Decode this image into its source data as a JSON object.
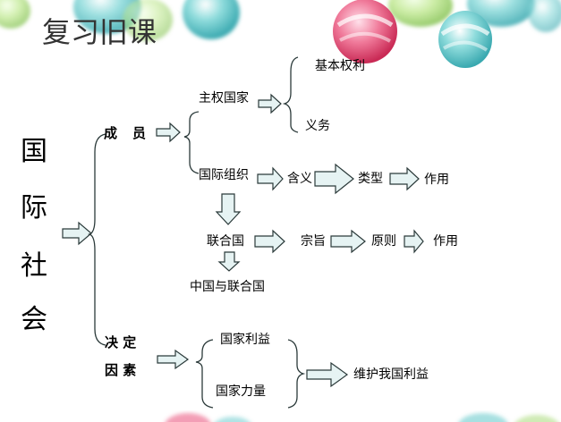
{
  "title": "复习旧课",
  "side_label": [
    "国",
    "际",
    "社",
    "会"
  ],
  "members": {
    "label_chars": [
      "成",
      "员"
    ],
    "sovereign": {
      "label": "主权国家",
      "items": [
        "基本权利",
        "义务"
      ]
    },
    "intl_org": {
      "label": "国际组织",
      "chain": [
        "含义",
        "类型",
        "作用"
      ]
    },
    "un": {
      "label": "联合国",
      "chain": [
        "宗旨",
        "原则",
        "作用"
      ],
      "sub": "中国与联合国"
    }
  },
  "factors": {
    "label_line1": "决 定",
    "label_line2": "因 素",
    "items": [
      "国家利益",
      "国家力量"
    ],
    "result": "维护我国利益"
  },
  "colors": {
    "arrow_fill": "#e6f3f3",
    "arrow_stroke": "#2b3a3a",
    "candy_teal": "#5fc7c9",
    "candy_pink": "#e9507a",
    "candy_green": "#9fd86b"
  }
}
